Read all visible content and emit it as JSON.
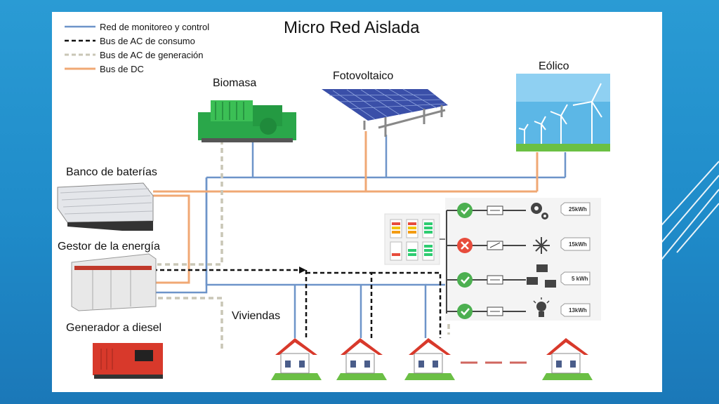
{
  "title": "Micro Red Aislada",
  "legend": [
    {
      "label": "Red de monitoreo y control",
      "color": "#6d94c9",
      "dash": "solid"
    },
    {
      "label": "Bus de AC de consumo",
      "color": "#111111",
      "dash": "dashed"
    },
    {
      "label": "Bus de AC de generación",
      "color": "#c9c6b6",
      "dash": "dashed"
    },
    {
      "label": "Bus de DC",
      "color": "#f0a874",
      "dash": "solid"
    }
  ],
  "nodes": {
    "biomasa": "Biomasa",
    "fotovoltaico": "Fotovoltaico",
    "eolico": "Eólico",
    "banco": "Banco de baterías",
    "gestor": "Gestor de la energía",
    "generador": "Generador a diesel",
    "viviendas": "Viviendas"
  },
  "loads": [
    {
      "status": "ok",
      "icon": "gears-icon",
      "kwh": "25kWh"
    },
    {
      "status": "off",
      "icon": "snowflake-icon",
      "kwh": "15kWh"
    },
    {
      "status": "ok",
      "icon": "computers-icon",
      "kwh": "5 kWh"
    },
    {
      "status": "ok",
      "icon": "lightbulb-icon",
      "kwh": "13kWh"
    }
  ]
}
